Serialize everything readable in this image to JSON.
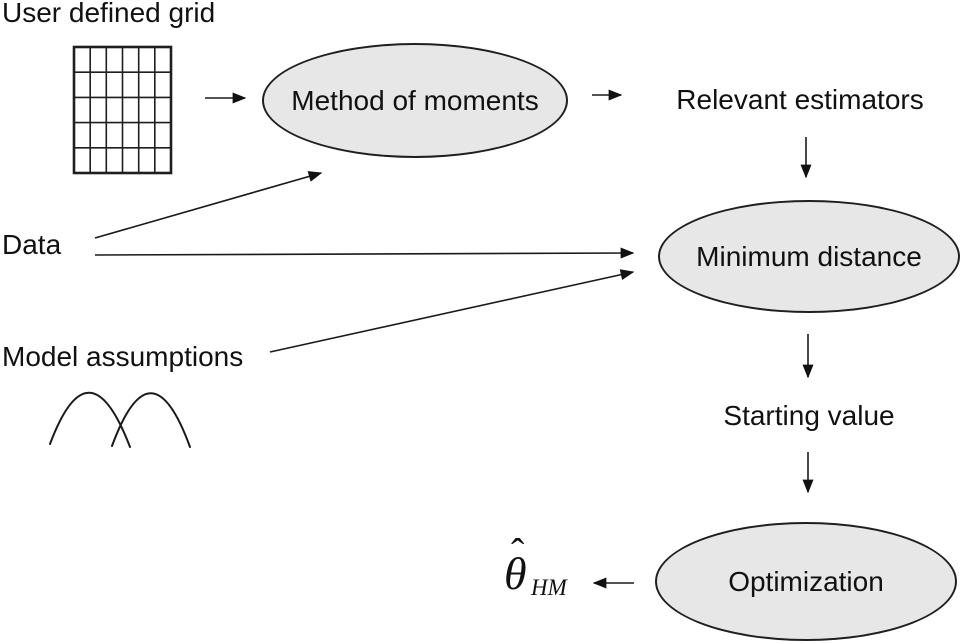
{
  "colors": {
    "background": "#ffffff",
    "ellipse_fill": "#e7e7e7",
    "line": "#1a1a1a",
    "text": "#111111"
  },
  "diagram": {
    "nodes": {
      "user_defined_grid": "User defined grid",
      "method_of_moments": "Method of moments",
      "relevant_estimators": "Relevant estimators",
      "data": "Data",
      "minimum_distance": "Minimum distance",
      "model_assumptions": "Model assumptions",
      "starting_value": "Starting value",
      "optimization": "Optimization"
    },
    "result": {
      "symbol": "θ",
      "hat": "ˆ",
      "subscript": "HM"
    },
    "icons": {
      "grid": "grid-icon",
      "distributions": "overlapping-distribution-curves-icon"
    }
  }
}
